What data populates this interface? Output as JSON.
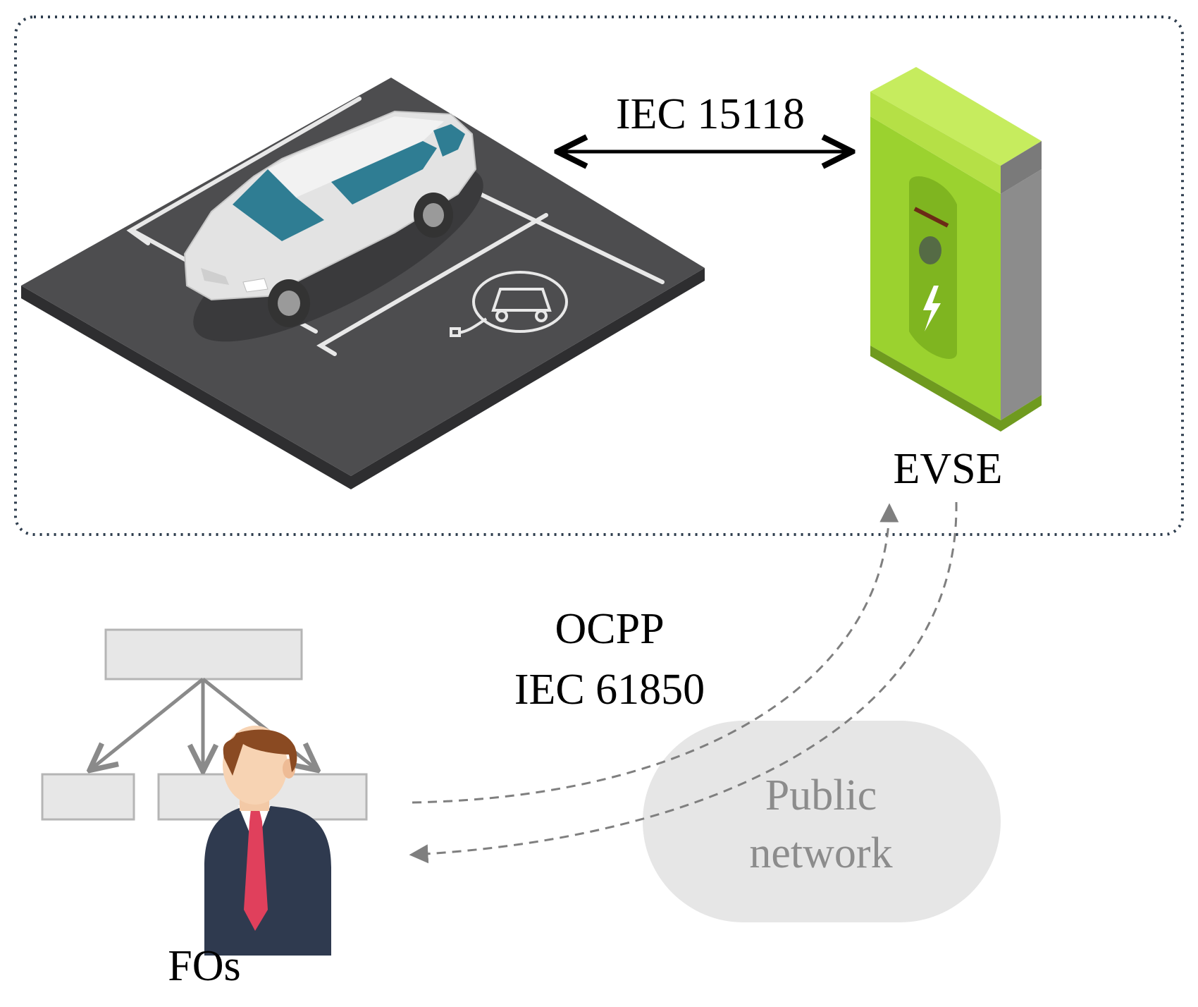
{
  "labels": {
    "vehicle_link": "IEC 15118",
    "charger": "EVSE",
    "protocols": [
      "OCPP",
      "IEC 61850"
    ],
    "network": [
      "Public",
      "network"
    ],
    "operator": "FOs"
  },
  "colors": {
    "border": "#2f3e4e",
    "arrow": "#000000",
    "dashed_link": "#7f7f7f",
    "network_cloud": "#e6e6e6",
    "network_text": "#8c8c8c",
    "org_box_fill": "#e7e7e7",
    "org_box_stroke": "#b5b5b5",
    "org_arrow": "#8a8a8a",
    "asphalt": "#4d4d4f",
    "car_body": "#e3e3e3",
    "glass": "#2f7d93",
    "charger_green": "#9bd22f",
    "suit": "#2f3a4f",
    "tie": "#e0405c",
    "hair": "#8a4a22"
  },
  "icons": [
    "parked-ev-illustration",
    "charging-station-icon",
    "ev-charging-symbol",
    "business-person-icon",
    "org-chart-icon",
    "cloud-shape"
  ]
}
